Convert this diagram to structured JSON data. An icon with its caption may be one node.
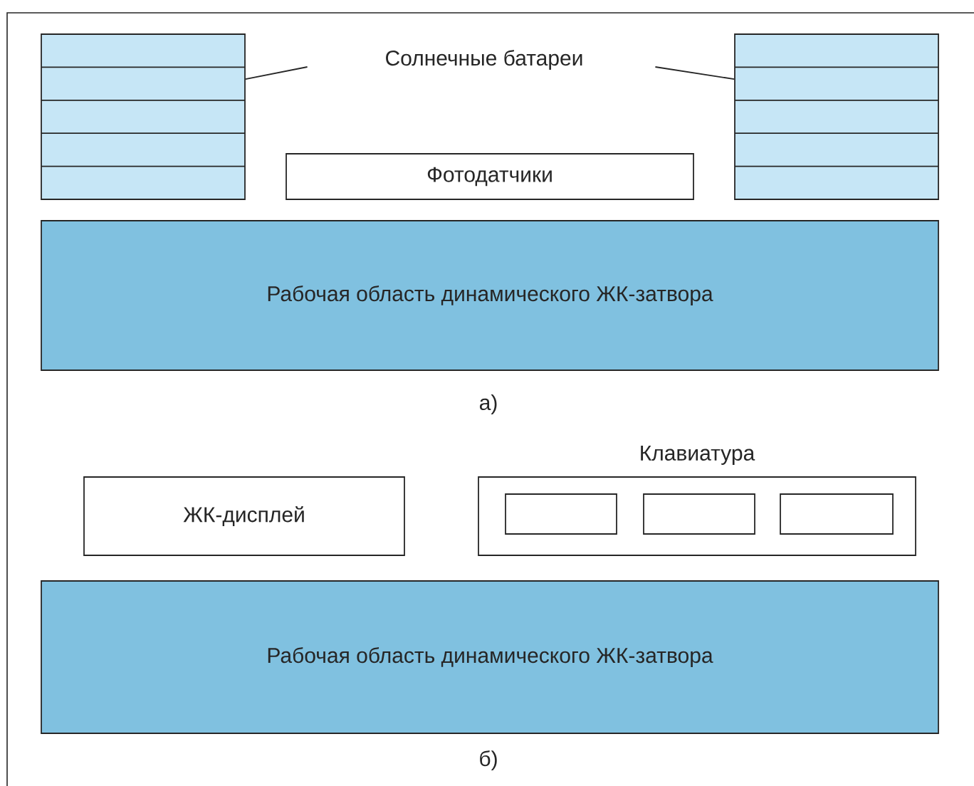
{
  "diagram": {
    "nodes": [
      {
        "text": [
          "Солнечные батареи"
        ]
      },
      {
        "text": [],
        "shape": "box"
      },
      {
        "text": [],
        "shape": "box"
      },
      {
        "text": [
          "Фотодатчики"
        ]
      },
      {
        "text": [
          "Рабочая область динамического ЖК-затвора"
        ]
      },
      {
        "text": [
          "ЖК-дисплей"
        ]
      },
      {
        "text": [
          "Клавиатура"
        ]
      },
      {
        "text": [],
        "shape": "box",
        "in": 6
      },
      {
        "text": [],
        "shape": "box",
        "in": 6
      },
      {
        "text": [],
        "shape": "box",
        "in": 6
      },
      {
        "text": [
          "Рабочая область динамического ЖК-затвора"
        ]
      }
    ],
    "edges": [
      {
        "from": 0,
        "to": 1,
        "arrow": "none"
      },
      {
        "from": 0,
        "to": 2,
        "arrow": "none"
      }
    ],
    "labels": [
      "а)",
      "б)"
    ]
  }
}
